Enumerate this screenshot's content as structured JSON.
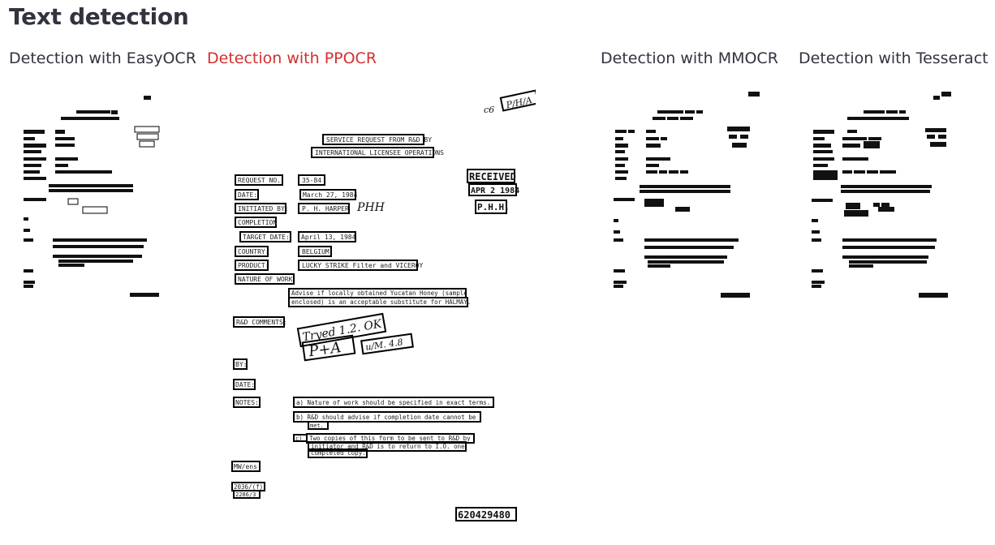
{
  "page": {
    "title": "Text detection"
  },
  "panels": [
    {
      "label": "Detection with EasyOCR",
      "active": false
    },
    {
      "label": "Detection with PPOCR",
      "active": true
    },
    {
      "label": "Detection with MMOCR",
      "active": false
    },
    {
      "label": "Detection with Tesseract",
      "active": false
    }
  ],
  "document": {
    "header_line1": "SERVICE REQUEST FROM R&D BY",
    "header_line2": "INTERNATIONAL LICENSEE OPERATIONS",
    "stamp_received": "RECEIVED",
    "stamp_date": "APR  2 1984",
    "stamp_initials": "P.H.H.",
    "top_handwriting": "P/H/A",
    "top_mark": "c6",
    "fields": [
      {
        "label": "REQUEST NO.:",
        "value": "35-84"
      },
      {
        "label": "DATE:",
        "value": "March 27, 1984"
      },
      {
        "label": "INITIATED BY:",
        "value": "P. H. HARPER"
      },
      {
        "label": "COMPLETION",
        "value": ""
      },
      {
        "label": "TARGET DATE:",
        "value": "April 13, 1984"
      },
      {
        "label": "COUNTRY:",
        "value": "BELGIUM"
      },
      {
        "label": "PRODUCT:",
        "value": "LUCKY STRIKE Filter and VICEROY"
      },
      {
        "label": "NATURE OF WORK:",
        "value": ""
      }
    ],
    "initials_mark": "PHH",
    "work_line1": "Advise if locally obtained Yucatan Honey (sample",
    "work_line2": "enclosed) is an acceptable substitute for HALMAY.",
    "rd_comments_label": "R&D COMMENTS:",
    "hand_comment1": "Tryed 1.2. OK",
    "hand_comment2": "P+A",
    "hand_comment3": "u/M. 4.8",
    "by_label": "BY:",
    "date_label": "DATE:",
    "notes_label": "NOTES:",
    "note_a": "a)  Nature of work should be specified in exact terms.",
    "note_b1": "b)  R&D should advise if completion date cannot be",
    "note_b2": "met.",
    "note_c_marker": "c)",
    "note_c1": "Two copies of this form to be sent to R&D by",
    "note_c2": "initiator and R&D is to return to I.O. one",
    "note_c3": "completed copy.",
    "footer_initials": "MW/ens",
    "footer_code1": "2036/(f)",
    "footer_code2": "2286/3",
    "doc_number": "620429480"
  }
}
